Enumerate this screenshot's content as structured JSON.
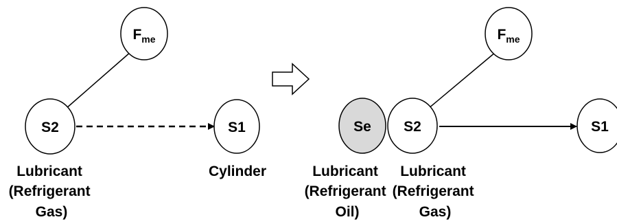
{
  "nodes": {
    "left_fme": {
      "main": "F",
      "sub": "me"
    },
    "left_s2": "S2",
    "left_s1": "S1",
    "right_fme": {
      "main": "F",
      "sub": "me"
    },
    "right_se": "Se",
    "right_s2": "S2",
    "right_s1": "S1"
  },
  "captions": {
    "left_s2": [
      "Lubricant",
      "(Refrigerant",
      "Gas)"
    ],
    "left_s1": [
      "Cylinder"
    ],
    "right_se": [
      "Lubricant",
      "(Refrigerant",
      "Oil)"
    ],
    "right_s2": [
      "Lubricant",
      "(Refrigerant",
      "Gas)"
    ]
  },
  "colors": {
    "se_fill": "#d9d9d9",
    "node_fill": "#ffffff",
    "stroke": "#000000"
  }
}
